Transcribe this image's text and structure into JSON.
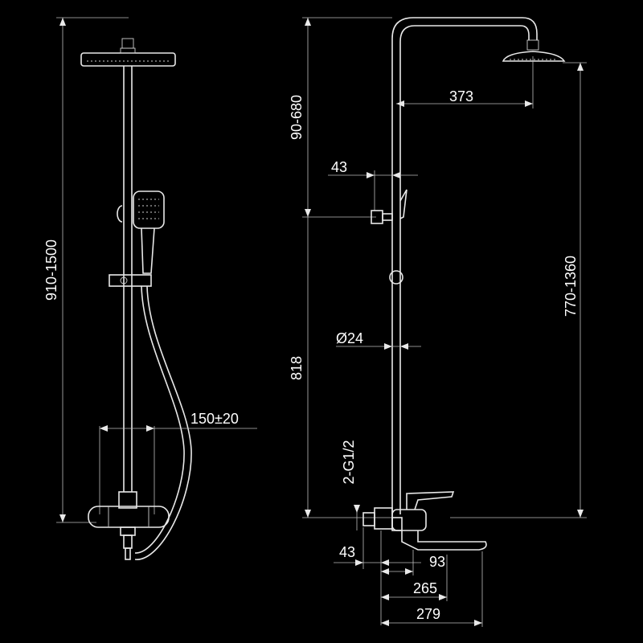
{
  "front_view": {
    "total_height_label": "910-1500",
    "wall_bracket_spacing_label": "150±20"
  },
  "side_view": {
    "head_reach_label": "373",
    "head_drop_label": "90-680",
    "holder_offset_label": "43",
    "pipe_diameter_label": "Ø24",
    "rail_height_label": "818",
    "head_height_label": "770-1360",
    "inlet_thread_label": "2-G1/2",
    "mixer_offset_label": "43",
    "spout_a_label": "93",
    "spout_b_label": "265",
    "spout_c_label": "279"
  },
  "colors": {
    "background": "#000000",
    "line": "#e8e8e8",
    "text": "#ffffff"
  }
}
